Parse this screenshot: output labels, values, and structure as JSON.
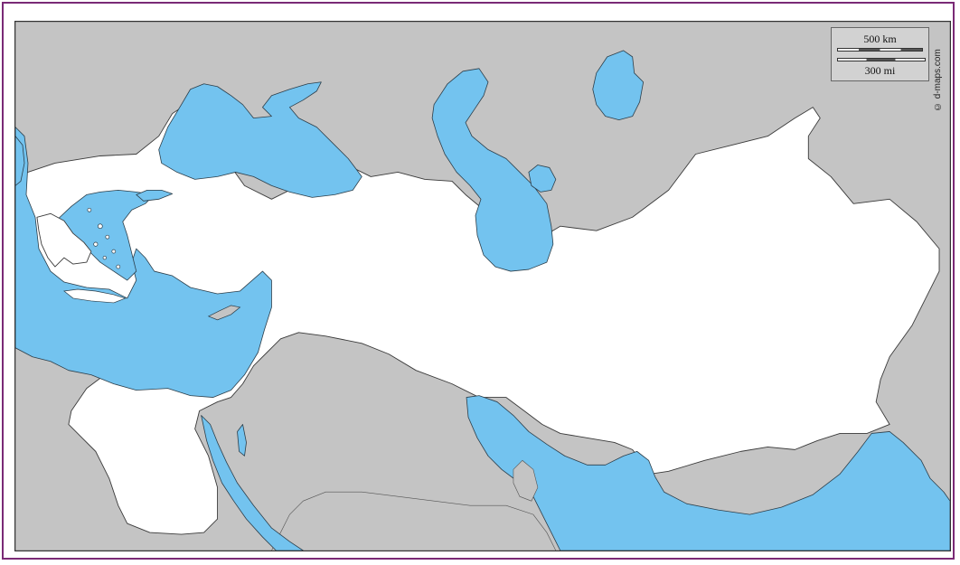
{
  "map": {
    "scale": {
      "km_label": "500 km",
      "mi_label": "300 mi"
    },
    "credit": "© d-maps.com"
  },
  "colors": {
    "sea": "#73c3ef",
    "land": "#c4c4c4",
    "empire": "#ffffff",
    "frame": "#7a2a76"
  }
}
